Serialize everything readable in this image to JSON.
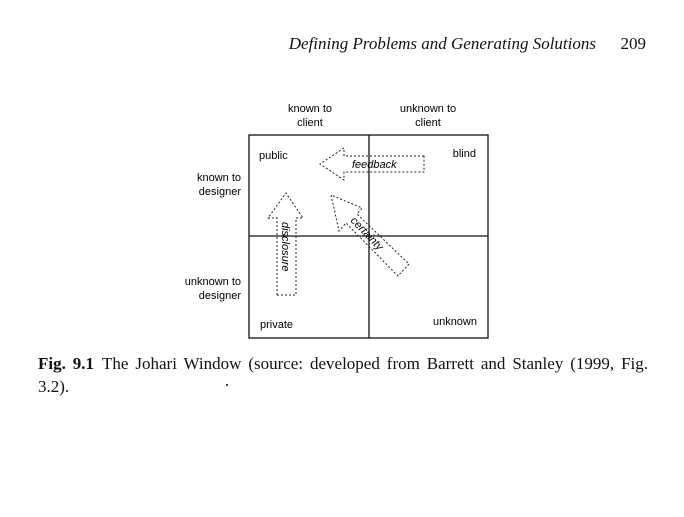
{
  "header": {
    "running_title": "Defining Problems and Generating Solutions",
    "page_number": "209"
  },
  "figure": {
    "col_headers": [
      "known to\nclient",
      "unknown to\nclient"
    ],
    "row_headers": [
      "known to\ndesigner",
      "unknown to\ndesigner"
    ],
    "quadrants": {
      "top_left": "public",
      "top_right": "blind",
      "bottom_left": "private",
      "bottom_right": "unknown"
    },
    "arrows": {
      "feedback": "feedback",
      "disclosure": "disclosure",
      "certainty": "certainty"
    }
  },
  "caption": {
    "label": "Fig. 9.1",
    "text": "The Johari Window (source: developed from Barrett and Stanley (1999, Fig. 3.2)."
  }
}
